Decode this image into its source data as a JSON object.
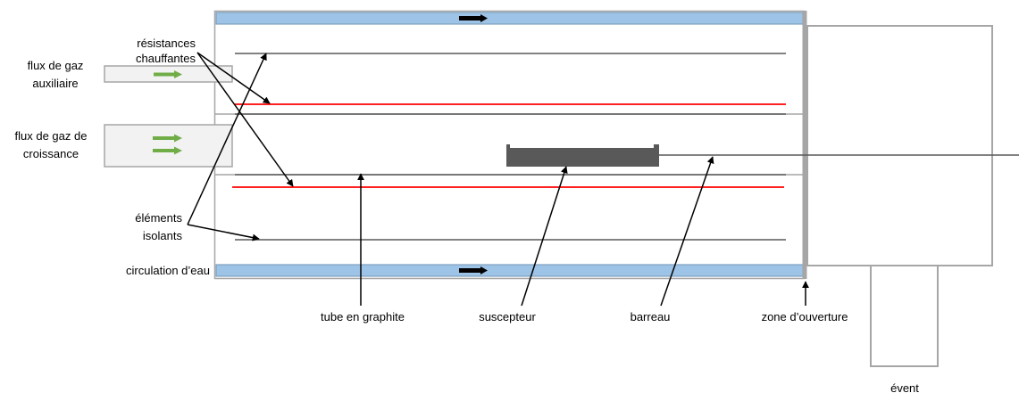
{
  "labels": {
    "resistances_line1": "résistances",
    "resistances_line2": "chauffantes",
    "aux_flow_line1": "flux de gaz",
    "aux_flow_line2": "auxiliaire",
    "growth_flow_line1": "flux de gaz de",
    "growth_flow_line2": "croissance",
    "insulating_line1": "éléments",
    "insulating_line2": "isolants",
    "water_circulation": "circulation d’eau",
    "graphite_tube": "tube en graphite",
    "susceptor": "suscepteur",
    "rod": "barreau",
    "opening_zone": "zone d’ouverture",
    "vent": "évent"
  },
  "colors": {
    "outline": "#a6a6a6",
    "water_fill": "#9dc3e6",
    "water_edge": "#7f9fbf",
    "heater": "#ff0000",
    "insulator_line": "#595959",
    "susceptor": "#595959",
    "gas_arrow": "#70ad47",
    "inlet_fill": "#f2f2f2",
    "water_arrow": "#000000"
  }
}
